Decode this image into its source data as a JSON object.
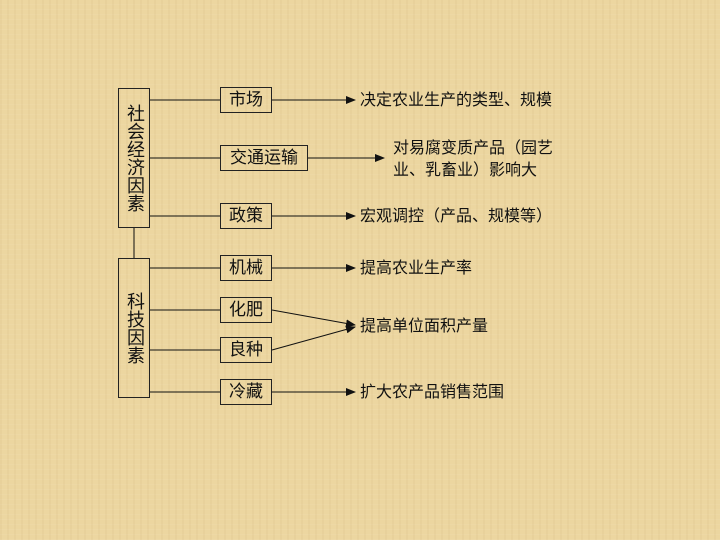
{
  "groups": [
    {
      "label": "社会经济因素"
    },
    {
      "label": "科技因素"
    }
  ],
  "factors": [
    {
      "label": "市场"
    },
    {
      "label": "交通运输"
    },
    {
      "label": "政策"
    },
    {
      "label": "机械"
    },
    {
      "label": "化肥"
    },
    {
      "label": "良种"
    },
    {
      "label": "冷藏"
    }
  ],
  "effects": [
    {
      "text": "决定农业生产的类型、规模"
    },
    {
      "line1": "对易腐变质产品（园艺",
      "line2": "业、乳畜业）影响大"
    },
    {
      "text": "宏观调控（产品、规模等）"
    },
    {
      "text": "提高农业生产率"
    },
    {
      "text": "提高单位面积产量"
    },
    {
      "text": "扩大农产品销售范围"
    }
  ]
}
